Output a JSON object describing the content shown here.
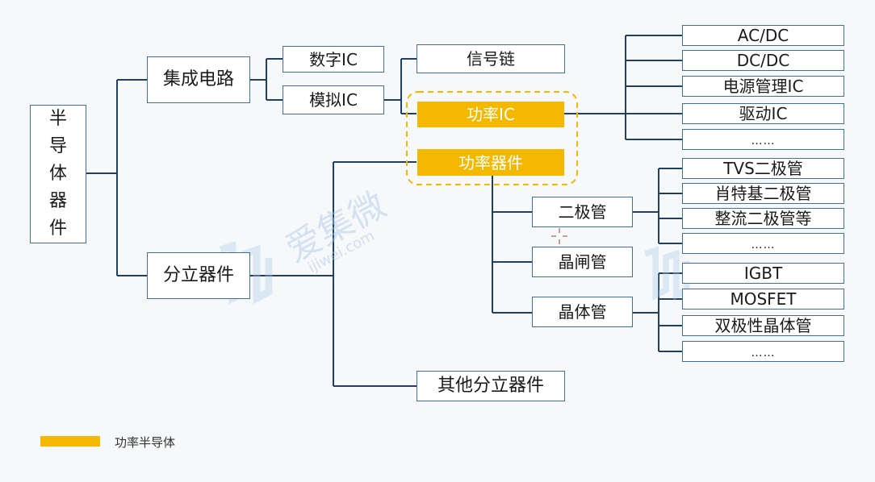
{
  "root": {
    "label": "半导体器件",
    "chars": [
      "半",
      "导",
      "体",
      "器",
      "件"
    ]
  },
  "integrated_circuit": {
    "label": "集成电路"
  },
  "digital_ic": {
    "label": "数字IC"
  },
  "analog_ic": {
    "label": "模拟IC"
  },
  "signal_chain": {
    "label": "信号链"
  },
  "power_ic": {
    "label": "功率IC"
  },
  "power_device": {
    "label": "功率器件"
  },
  "discrete": {
    "label": "分立器件"
  },
  "other_discrete": {
    "label": "其他分立器件"
  },
  "power_ic_children": [
    "AC/DC",
    "DC/DC",
    "电源管理IC",
    "驱动IC",
    "……"
  ],
  "diode": {
    "label": "二极管"
  },
  "thyristor": {
    "label": "晶闸管"
  },
  "transistor": {
    "label": "晶体管"
  },
  "diode_children": [
    "TVS二极管",
    "肖特基二极管",
    "整流二极管等",
    "……"
  ],
  "transistor_children": [
    "IGBT",
    "MOSFET",
    "双极性晶体管",
    "……"
  ],
  "legend": {
    "label": "功率半导体"
  },
  "watermark": {
    "text": "爱集微",
    "url": "ijiwei.com"
  },
  "colors": {
    "line": "#1f3f63",
    "border": "#3d6ea8",
    "highlight": "#f5b800",
    "watermark": "#a9c8e8"
  }
}
